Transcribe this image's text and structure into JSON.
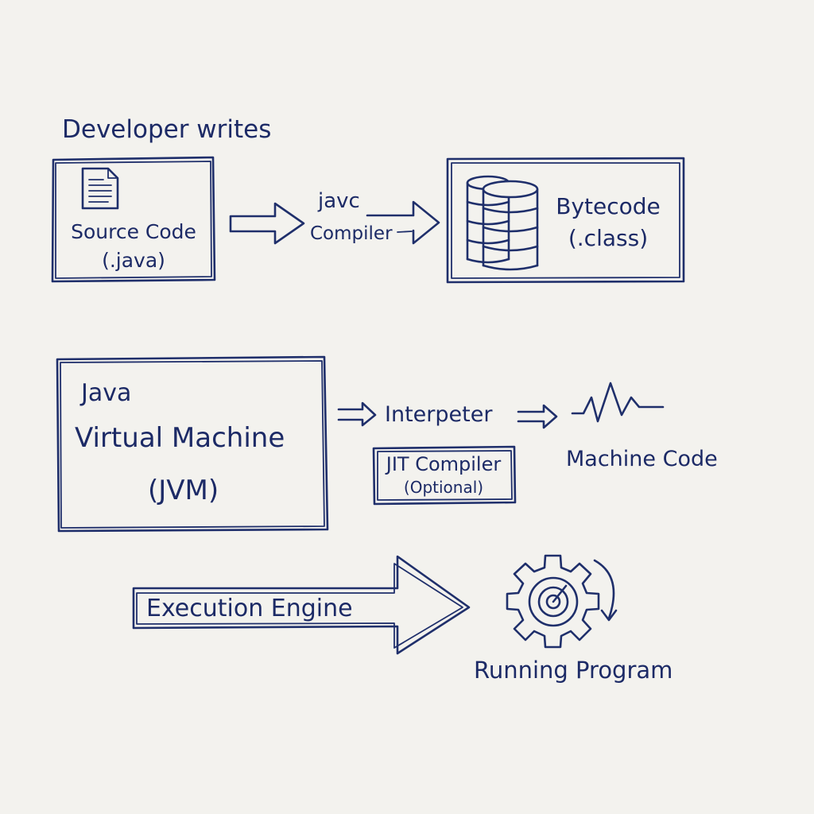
{
  "diagram": {
    "caption": "Developer writes",
    "source": {
      "title": "Source Code",
      "ext": "(.java)",
      "icon": "document-icon"
    },
    "compile_step": {
      "tool": "javc",
      "label": "Compiler"
    },
    "bytecode": {
      "title": "Bytecode",
      "ext": "(.class)",
      "icon": "database-icon"
    },
    "jvm": {
      "line1": "Java",
      "line2": "Virtual Machine",
      "line3": "(JVM)"
    },
    "interpreter": {
      "label": "Interpeter"
    },
    "jit": {
      "title": "JIT Compiler",
      "note": "(Optional)"
    },
    "machine_code": {
      "label": "Machine Code",
      "icon": "waveform-icon"
    },
    "execution": {
      "label": "Execution Engine"
    },
    "running": {
      "label": "Running Program",
      "icon": "gear-icon"
    }
  },
  "colors": {
    "ink": "#1f2f6b",
    "paper": "#f3f2ee"
  }
}
